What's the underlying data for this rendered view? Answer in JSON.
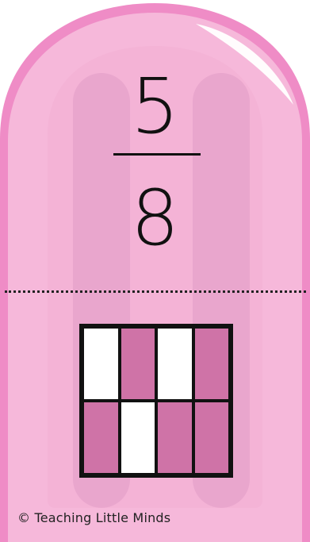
{
  "fraction": {
    "numerator": "5",
    "denominator": "8"
  },
  "model": {
    "columns": 4,
    "rows": 2,
    "cells": [
      {
        "shaded": false
      },
      {
        "shaded": true
      },
      {
        "shaded": false
      },
      {
        "shaded": true
      },
      {
        "shaded": true
      },
      {
        "shaded": false
      },
      {
        "shaded": true
      },
      {
        "shaded": true
      }
    ]
  },
  "footer": {
    "copyright": "© Teaching Little Minds"
  },
  "colors": {
    "popsicle_border": "#ef8cc6",
    "popsicle_fill": "#f6b8da",
    "shaded_cell": "#cf73a7"
  }
}
